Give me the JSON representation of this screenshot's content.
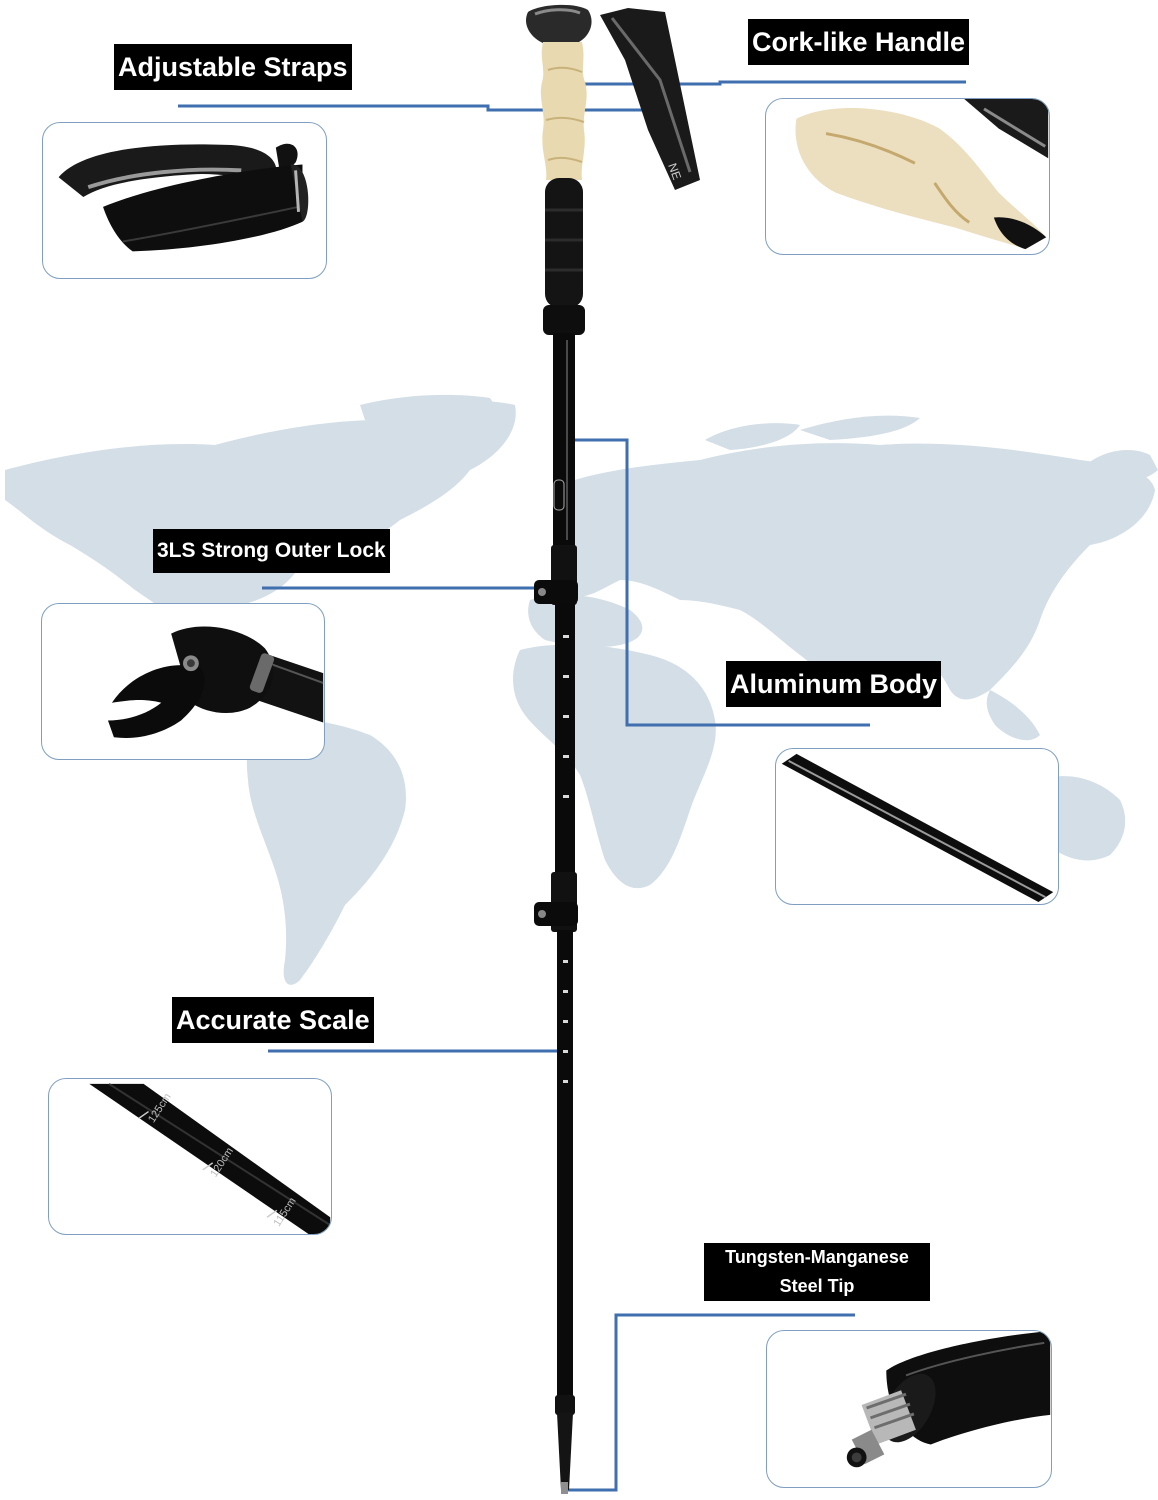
{
  "labels": {
    "adjustable_straps": "Adjustable Straps",
    "cork_handle": "Cork-like Handle",
    "outer_lock": "3LS Strong Outer Lock",
    "aluminum_body": "Aluminum Body",
    "accurate_scale": "Accurate Scale",
    "tip_line1": "Tungsten-Manganese",
    "tip_line2": "Steel Tip"
  },
  "scale_marks": [
    "125cm",
    "120cm",
    "115cm"
  ],
  "strap_brand": "NE",
  "colors": {
    "accent_line": "#3f6fae",
    "panel_border": "#7f9fc2",
    "map_fill": "#d3dee7",
    "label_bg": "#000000",
    "label_text": "#ffffff",
    "pole": "#0a0a0a",
    "cork": "#e8d9b0"
  }
}
